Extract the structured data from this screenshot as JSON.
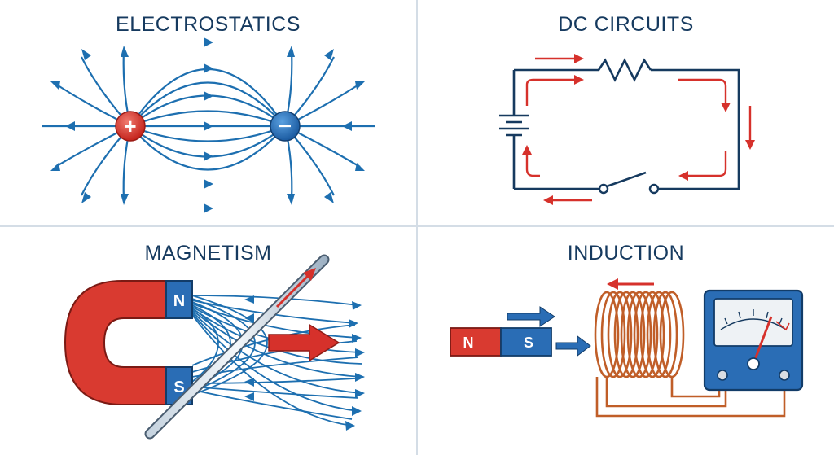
{
  "panels": {
    "electrostatics": {
      "title": "ELECTROSTATICS",
      "positive_symbol": "+",
      "negative_symbol": "−"
    },
    "dc_circuits": {
      "title": "DC CIRCUITS"
    },
    "magnetism": {
      "title": "MAGNETISM",
      "north_label": "N",
      "south_label": "S"
    },
    "induction": {
      "title": "INDUCTION",
      "north_label": "N",
      "south_label": "S"
    }
  },
  "colors": {
    "field_blue": "#1d6fb0",
    "dark_navy": "#163a5f",
    "red": "#d6312b",
    "copper": "#d2733a",
    "magnet_red": "#d93a30",
    "magnet_blue": "#2a6db5"
  }
}
